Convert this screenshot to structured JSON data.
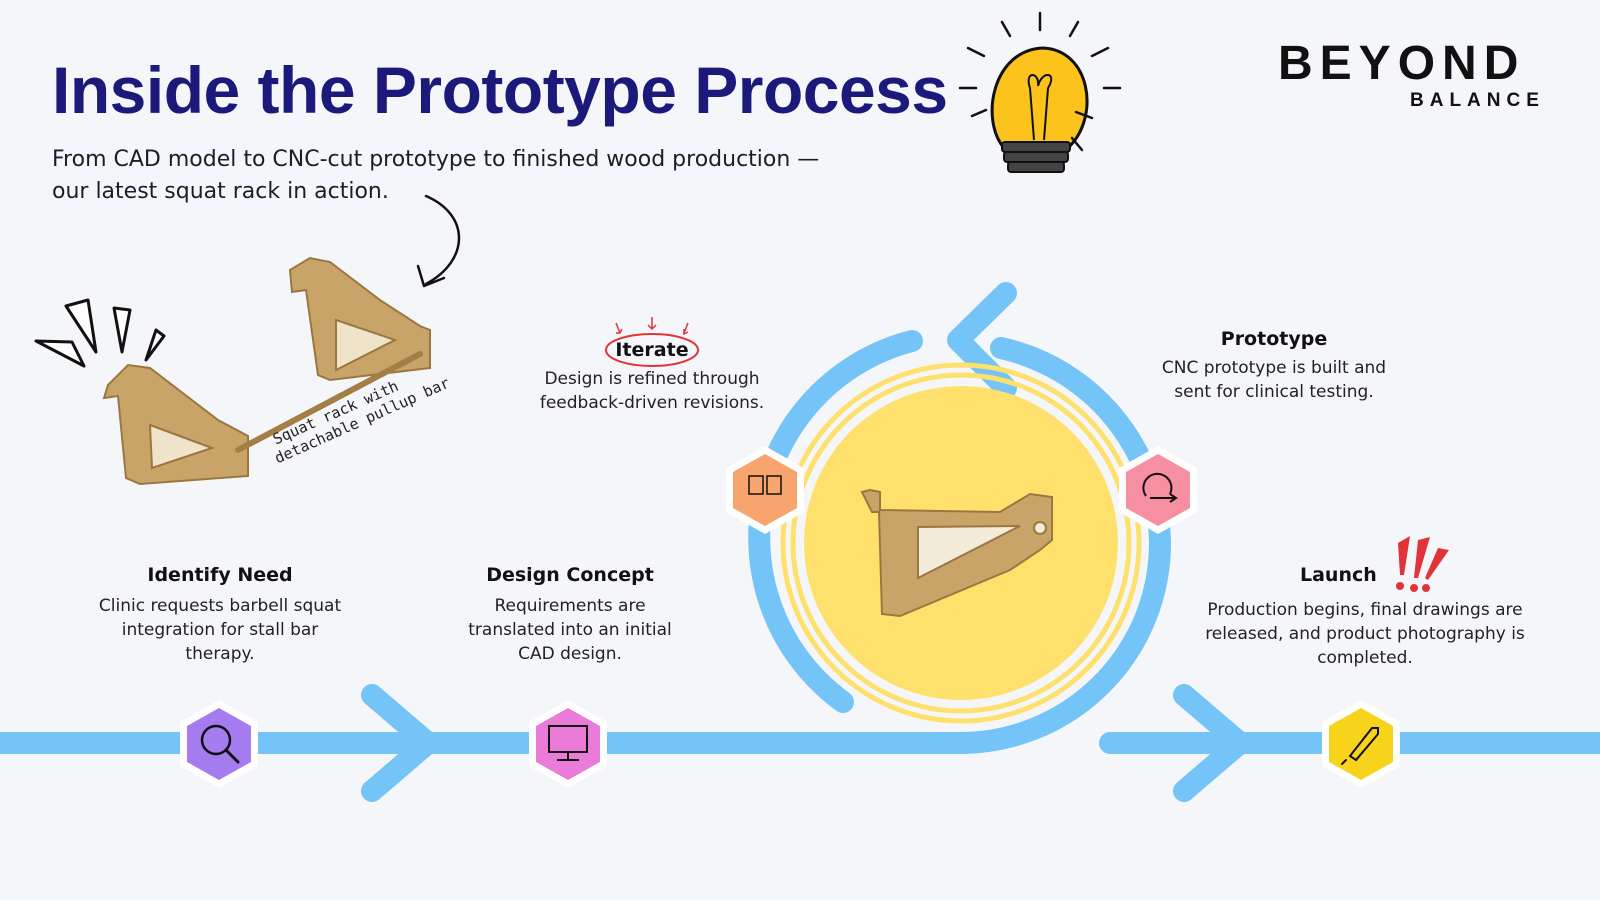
{
  "header": {
    "title": "Inside the Prototype Process",
    "subtitle": "From CAD model to CNC-cut prototype to finished wood production — our latest squat rack in action."
  },
  "logo": {
    "main": "BEYOND",
    "sub": "BALANCE"
  },
  "annotation": {
    "line1": "Squat rack with",
    "line2": "detachable pullup bar"
  },
  "steps": [
    {
      "title": "Identify Need",
      "description": "Clinic requests barbell squat integration for stall bar therapy.",
      "icon": "search-settings-icon",
      "color": "#a57bf0"
    },
    {
      "title": "Design Concept",
      "description": "Requirements are translated into an initial CAD design.",
      "icon": "cad-monitor-icon",
      "color": "#ea7bd9"
    },
    {
      "title": "Iterate",
      "description": "Design is refined through feedback-driven revisions.",
      "icon": "ab-test-icon",
      "color": "#f7a46e"
    },
    {
      "title": "Prototype",
      "description": "CNC prototype is built and sent for clinical testing.",
      "icon": "loop-arrow-icon",
      "color": "#f78fa3"
    },
    {
      "title": "Launch",
      "description": "Production begins, final drawings are released, and product photography is completed.",
      "icon": "rocket-icon",
      "color": "#f7d31b"
    }
  ],
  "colors": {
    "title": "#1b1a7a",
    "flow": "#6ec6fa",
    "circle": "#fde16c",
    "wood": "#c9a468",
    "accent": "#e0343a"
  }
}
